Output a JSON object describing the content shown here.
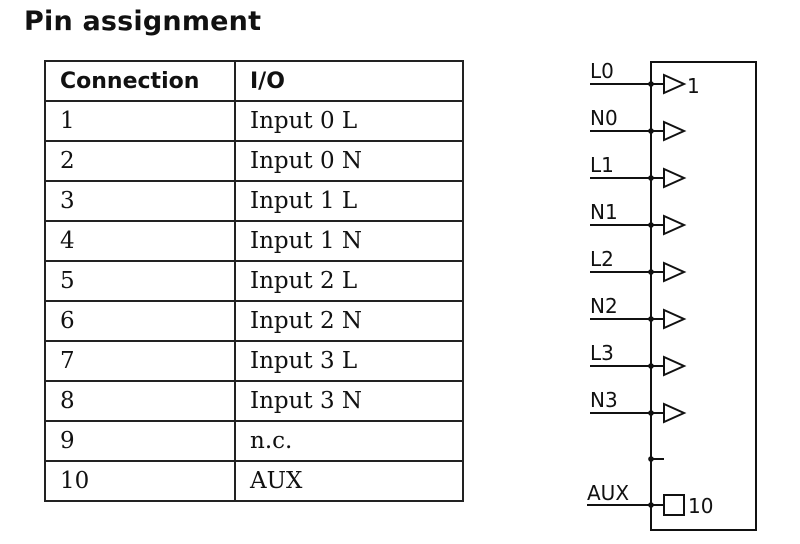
{
  "title": "Pin assignment",
  "table": {
    "headers": [
      "Connection",
      "I/O"
    ],
    "rows": [
      [
        "1",
        "Input 0 L"
      ],
      [
        "2",
        "Input 0 N"
      ],
      [
        "3",
        "Input 1 L"
      ],
      [
        "4",
        "Input 1 N"
      ],
      [
        "5",
        "Input 2 L"
      ],
      [
        "6",
        "Input 2 N"
      ],
      [
        "7",
        "Input 3 L"
      ],
      [
        "8",
        "Input 3 N"
      ],
      [
        "9",
        "n.c."
      ],
      [
        "10",
        "AUX"
      ]
    ]
  },
  "diagram": {
    "signals": [
      "L0",
      "N0",
      "L1",
      "N1",
      "L2",
      "N2",
      "L3",
      "N3"
    ],
    "top_number": "1",
    "aux_label": "AUX",
    "aux_number": "10"
  },
  "colors": {
    "ink": "#111111",
    "background": "#ffffff"
  }
}
